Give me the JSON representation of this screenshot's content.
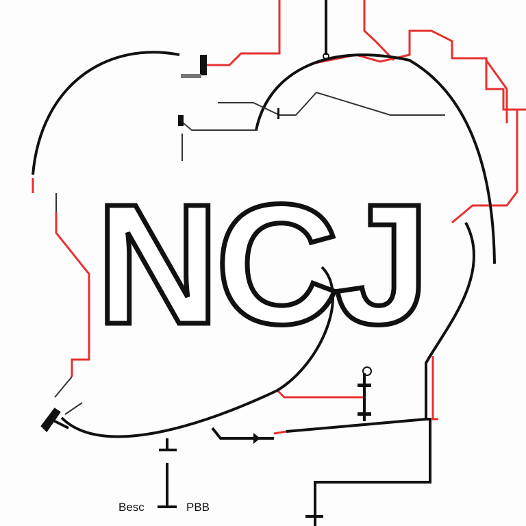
{
  "logo_text": "NCJ",
  "labels": {
    "left": "Besc",
    "right": "PBB"
  },
  "colors": {
    "wire": "#111111",
    "accent": "#e8302f"
  }
}
